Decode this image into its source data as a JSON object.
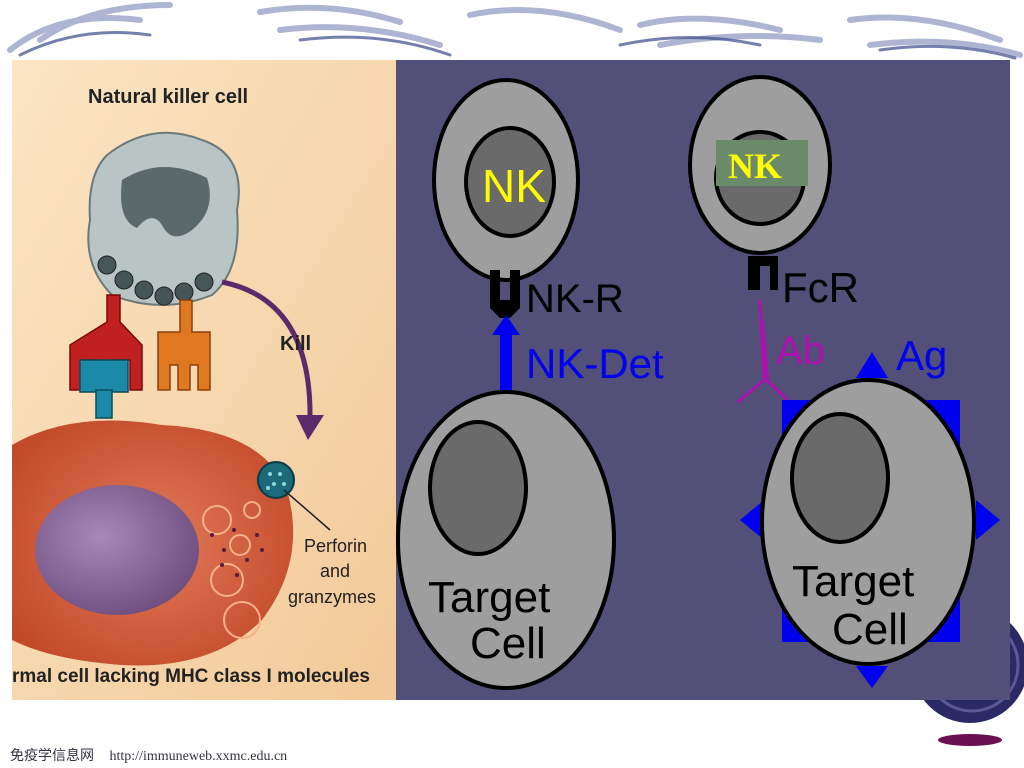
{
  "left_figure": {
    "title": "Natural killer cell",
    "kill_label": "Kill",
    "perforin_line1": "Perforin",
    "perforin_line2": "and",
    "perforin_line3": "granzymes",
    "bottom_caption": "rmal cell lacking MHC class I molecules"
  },
  "right_figure": {
    "nk_left_label": "NK",
    "nk_right_label": "NK",
    "nk_r_label": "NK-R",
    "fcr_label": "FcR",
    "nk_det_label": "NK-Det",
    "ab_label": "Ab",
    "ag_label": "Ag",
    "target_left_line1": "Target",
    "target_left_line2": "Cell",
    "target_right_line1": "Target",
    "target_right_line2": "Cell"
  },
  "footer": {
    "site_name": "免疫学信息网",
    "url": "http://immuneweb.xxmc.edu.cn"
  },
  "colors": {
    "panel_bg": "#524f78",
    "cell_gray": "#9e9e9e",
    "nucleus_gray": "#6a6a6a",
    "nk_yellow": "#ffff00",
    "arrow_blue": "#0000ee",
    "ab_magenta": "#b010b0"
  }
}
